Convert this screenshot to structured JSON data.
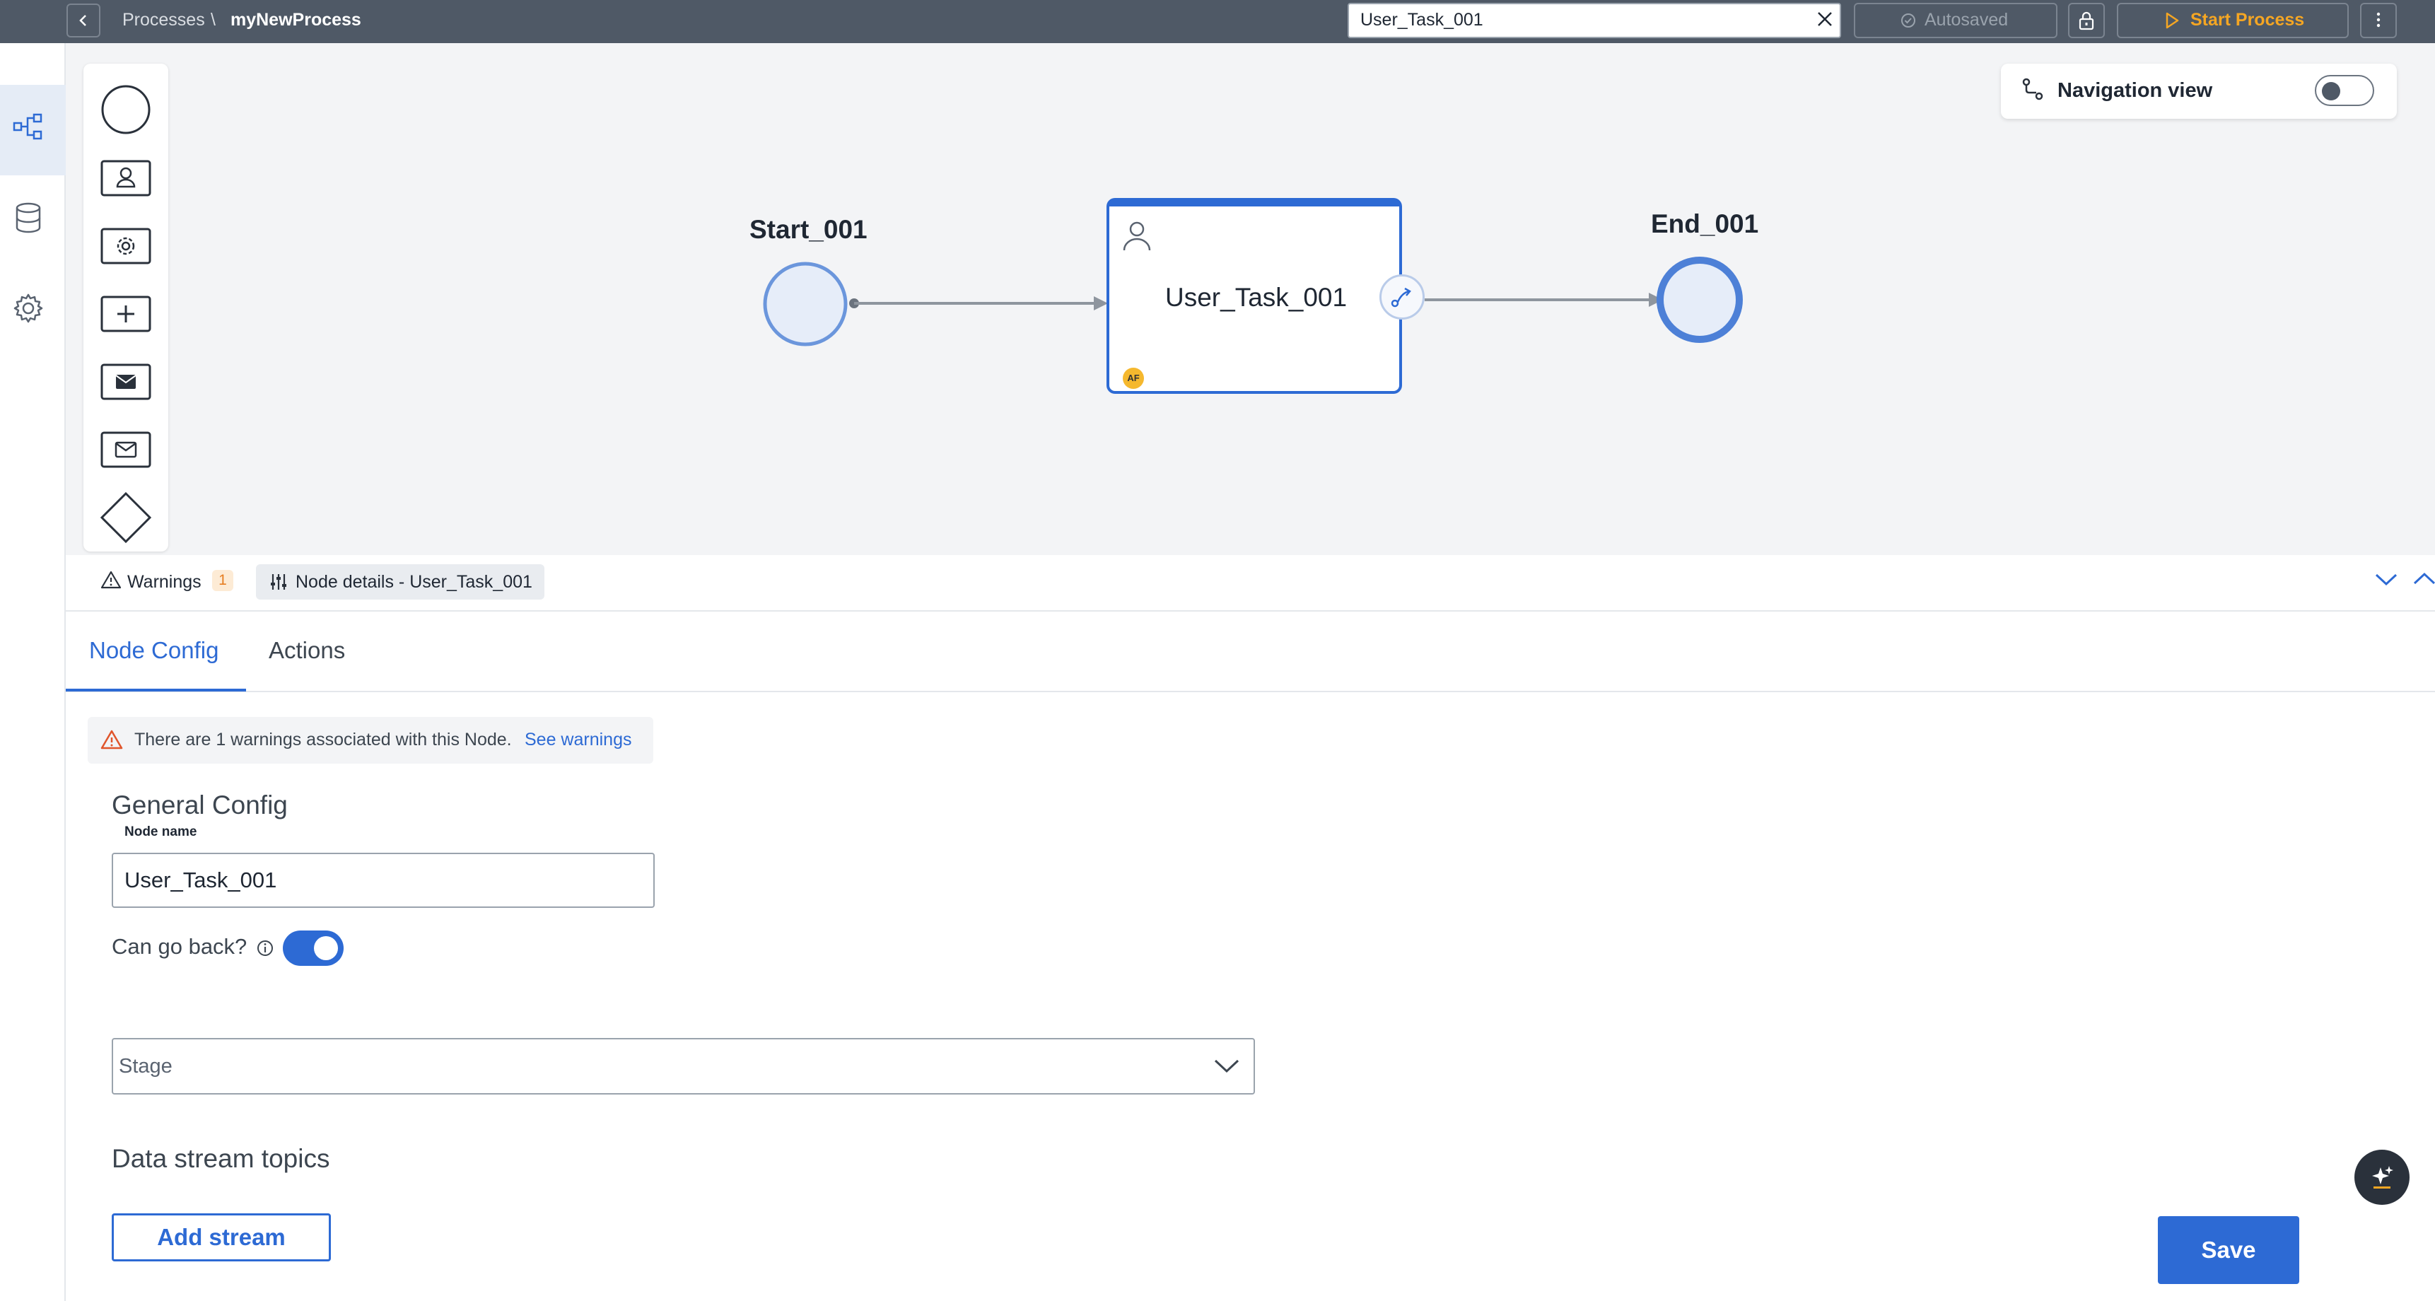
{
  "topbar": {
    "breadcrumb": [
      "Processes",
      "\\",
      "myNewProcess"
    ],
    "search_value": "User_Task_001",
    "autosave_label": "Autosaved",
    "start_label": "Start Process",
    "icons": [
      "back-icon",
      "close-icon",
      "check-circle-icon",
      "lock-icon",
      "play-icon",
      "more-vertical-icon"
    ]
  },
  "left_rail": {
    "items": [
      "diagram-icon",
      "database-icon",
      "gear-icon"
    ],
    "active": "diagram-icon"
  },
  "palette": {
    "items": [
      "start-event-icon",
      "user-task-icon",
      "service-task-icon",
      "subprocess-icon",
      "send-message-icon",
      "receive-message-icon",
      "gateway-icon"
    ]
  },
  "navigation_view": {
    "label": "Navigation view",
    "enabled": false
  },
  "flow": {
    "start_label": "Start_001",
    "task_label": "User_Task_001",
    "task_badge": "AF",
    "end_label": "End_001"
  },
  "panel": {
    "warnings_label": "Warnings",
    "warnings_count": "1",
    "details_label": "Node details - User_Task_001"
  },
  "tabs": {
    "node_config": "Node Config",
    "actions": "Actions",
    "active": "node_config"
  },
  "warning_banner": {
    "text": "There are 1 warnings associated with this Node.",
    "link": "See warnings"
  },
  "form": {
    "section_title": "General Config",
    "node_name_label": "Node name",
    "node_name_value": "User_Task_001",
    "can_go_back_label": "Can go back?",
    "can_go_back": true,
    "stage_placeholder": "Stage",
    "data_stream_title": "Data stream topics",
    "add_stream_label": "Add stream",
    "save_label": "Save"
  },
  "colors": {
    "accent": "#2d6ad4",
    "topbar": "#4f5966",
    "start_process": "#f5a623",
    "warning": "#e0552b"
  }
}
